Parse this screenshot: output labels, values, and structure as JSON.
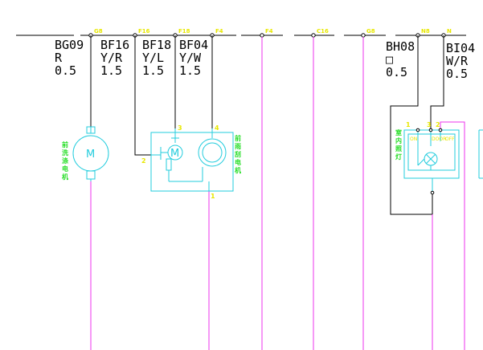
{
  "connectors": [
    {
      "tag": "G8"
    },
    {
      "tag": "F16"
    },
    {
      "tag": "F18"
    },
    {
      "tag": "F4"
    },
    {
      "tag": "F4"
    },
    {
      "tag": "C16"
    },
    {
      "tag": "G8"
    },
    {
      "tag": "N8"
    },
    {
      "tag": "N"
    }
  ],
  "wires": [
    {
      "code": "BG09",
      "color": "R",
      "size": "0.5"
    },
    {
      "code": "BF16",
      "color": "Y/R",
      "size": "1.5"
    },
    {
      "code": "BF18",
      "color": "Y/L",
      "size": "1.5"
    },
    {
      "code": "BF04",
      "color": "Y/W",
      "size": "1.5"
    },
    {
      "code": "BH08",
      "color": "□",
      "size": "0.5"
    },
    {
      "code": "BI04",
      "color": "W/R",
      "size": "0.5"
    }
  ],
  "components": {
    "washer_motor": {
      "name_lines": [
        "前",
        "洗",
        "涤",
        "电",
        "机"
      ],
      "symbol": "M"
    },
    "wiper_motor": {
      "name_lines": [
        "前",
        "雨",
        "刮",
        "电",
        "机"
      ],
      "symbol": "M",
      "pins": [
        "3",
        "4",
        "2",
        "1"
      ]
    },
    "room_lamp": {
      "name_lines": [
        "室",
        "内",
        "照",
        "灯"
      ],
      "pins": [
        "1",
        "3",
        "2"
      ],
      "switch_labels": [
        "ON",
        "DOOR",
        "OFF"
      ]
    }
  },
  "colors": {
    "background": "#ffffff",
    "wire": "#000000",
    "component": "#22ccdd",
    "harness": "#ee33ee",
    "pin_label": "#e8e800",
    "component_name": "#22dd22"
  }
}
